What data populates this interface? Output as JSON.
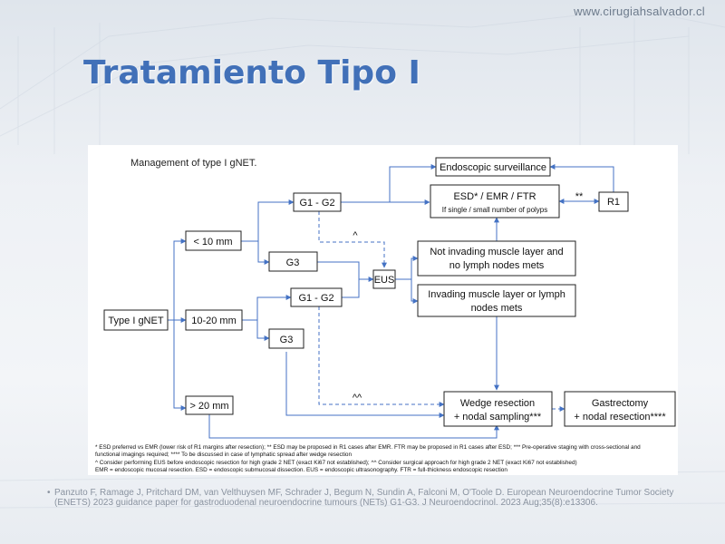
{
  "site": {
    "url": "www.cirugiahsalvador.cl"
  },
  "slide": {
    "title": "Tratamiento Tipo I"
  },
  "figure": {
    "caption": "Management of type I gNET.",
    "nodes": {
      "start": "Type I gNET",
      "lt10": "< 10 mm",
      "mid": "10-20 mm",
      "gt20": "> 20 mm",
      "g1g2_top": "G1 - G2",
      "g3_top": "G3",
      "g1g2_mid": "G1 - G2",
      "g3_mid": "G3",
      "eus": "EUS",
      "surveillance": "Endoscopic surveillance",
      "esd_line1": "ESD* / EMR / FTR",
      "esd_line2": "If single / small number of polyps",
      "r1": "R1",
      "not_invading_line1": "Not invading muscle layer and",
      "not_invading_line2": "no lymph nodes mets",
      "invading_line1": "Invading muscle layer or lymph",
      "invading_line2": "nodes mets",
      "wedge_line1": "Wedge resection",
      "wedge_line2": "+ nodal sampling***",
      "gastrectomy_line1": "Gastrectomy",
      "gastrectomy_line2": "+ nodal resection****"
    },
    "edge_labels": {
      "r1_edge": "**",
      "caret_top": "^",
      "caret_double": "^^"
    },
    "notes": [
      "* ESD preferred vs EMR (lower risk of R1 margins after resection); ** ESD may be proposed in R1 cases after EMR. FTR may be proposed in R1 cases after ESD; *** Pre-operative staging with cross-sectional and",
      "functional imagings required; **** To be discussed in case of lymphatic spread after wedge resection",
      "^ Consider performing EUS before endoscopic resection for high grade 2 NET (exact Ki67 not established); ^^ Consider surgical approach for high grade 2 NET (exact Ki67 not established)",
      "EMR = endoscopic mucosal resection. ESD = endoscopic submucosal dissection. EUS = endoscopic ultrasonography. FTR = full-thickness endoscopic resection"
    ]
  },
  "reference": {
    "bullet": "•",
    "text": "Panzuto F, Ramage J, Pritchard DM, van Velthuysen MF, Schrader J, Begum N, Sundin A, Falconi M, O'Toole D. European Neuroendocrine Tumor Society (ENETS) 2023 guidance paper for gastroduodenal neuroendocrine tumours (NETs) G1-G3. J Neuroendocrinol. 2023 Aug;35(8):e13306."
  },
  "colors": {
    "title": "#4170b8",
    "arrow": "#4472c4",
    "url": "#6d7b8c",
    "reference": "#8a93a0"
  }
}
